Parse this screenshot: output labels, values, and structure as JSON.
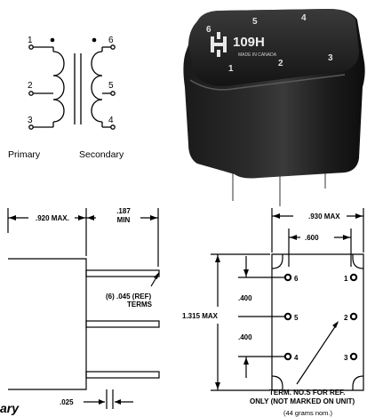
{
  "schematic": {
    "pins_left": [
      "1",
      "2",
      "3"
    ],
    "pins_right": [
      "6",
      "5",
      "4"
    ],
    "primary_label": "Primary",
    "secondary_label": "Secondary"
  },
  "photo": {
    "logo_text": "109H",
    "made_in": "MADE IN CANADA",
    "top_pins": [
      "6",
      "5",
      "4"
    ],
    "bottom_pins": [
      "1",
      "2",
      "3"
    ]
  },
  "side_view": {
    "width_dim": ".920 MAX.",
    "pin_len_dim_1": ".187",
    "pin_len_dim_2": "MIN",
    "terms_line_1": "(6) .045 (REF)",
    "terms_line_2": "TERMS",
    "pin_thickness_dim": ".025"
  },
  "bottom_view": {
    "width_dim": ".930 MAX",
    "pin_spacing_dim": ".600",
    "height_dim": "1.315 MAX",
    "spacing_top": ".400",
    "spacing_bottom": ".400",
    "pin_labels": [
      "6",
      "1",
      "5",
      "2",
      "4",
      "3"
    ],
    "note_line_1": "TERM. NO.S FOR REF.",
    "note_line_2": "ONLY (NOT MARKED ON UNIT)",
    "weight": "(44 grams nom.)"
  },
  "footer_label": "ary"
}
